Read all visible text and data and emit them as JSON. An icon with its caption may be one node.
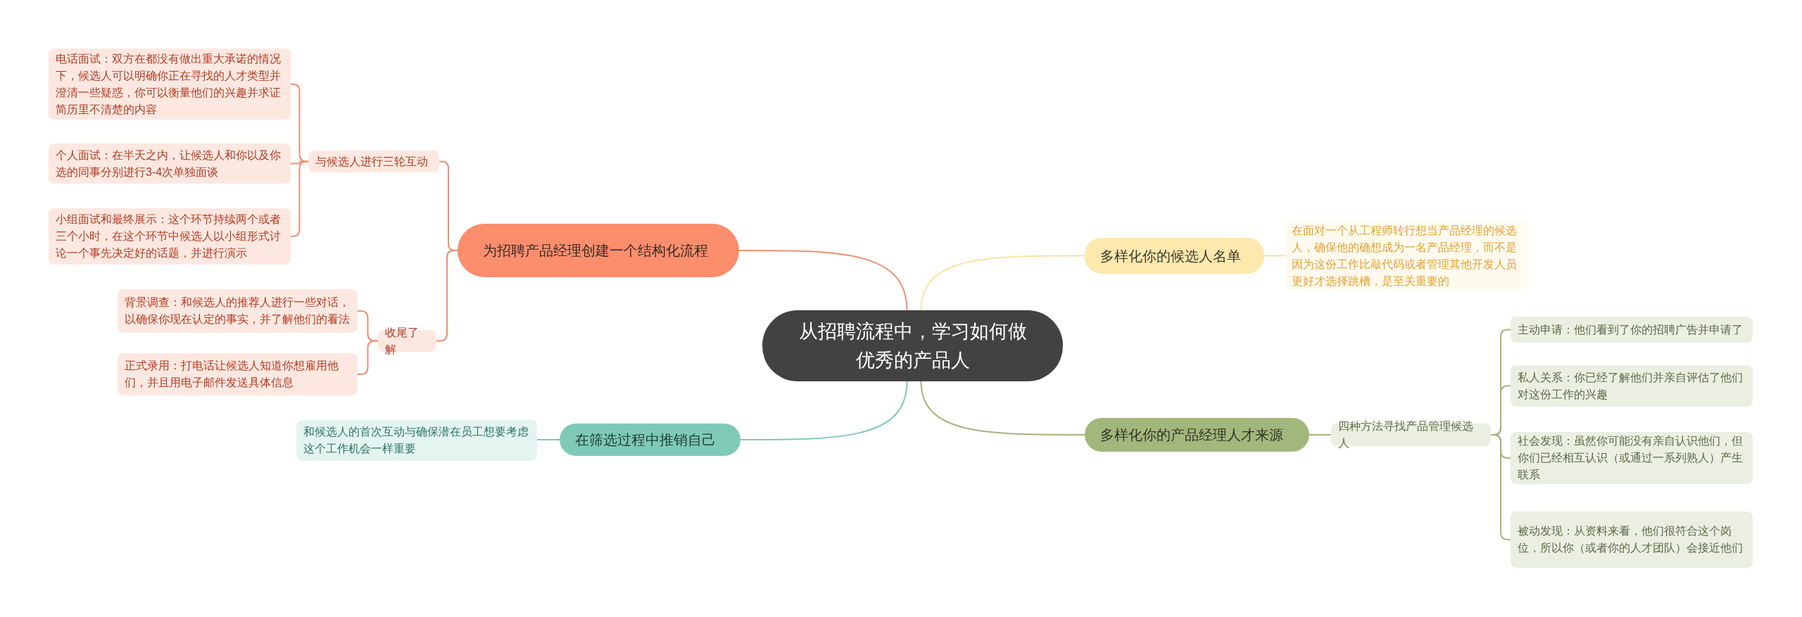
{
  "diagram": {
    "nodes": [
      {
        "text": [
          "从招聘流程中，学习如何做优秀的产品人"
        ]
      },
      {
        "text": [
          "为招聘产品经理创建一个结构化流程"
        ]
      },
      {
        "text": [
          "与候选人进行三轮互动"
        ]
      },
      {
        "text": [
          "电话面试：双方在都没有做出重大承诺的情况下，候选人可以明确你正在寻找的人才类型并澄清一些疑惑，你可以衡量他们的兴趣并求证简历里不清楚的内容"
        ]
      },
      {
        "text": [
          "个人面试：在半天之内，让候选人和你以及你选的同事分别进行3-4次单独面谈"
        ]
      },
      {
        "text": [
          "小组面试和最终展示：这个环节持续两个或者三个小时，在这个环节中候选人以小组形式讨论一个事先决定好的话题，并进行演示"
        ]
      },
      {
        "text": [
          "收尾了解"
        ]
      },
      {
        "text": [
          "背景调查：和候选人的推荐人进行一些对话，以确保你现在认定的事实，并了解他们的看法"
        ]
      },
      {
        "text": [
          "正式录用：打电话让候选人知道你想雇用他们，并且用电子邮件发送具体信息"
        ]
      },
      {
        "text": [
          "在筛选过程中推销自己"
        ]
      },
      {
        "text": [
          "和候选人的首次互动与确保潜在员工想要考虑这个工作机会一样重要"
        ]
      },
      {
        "text": [
          "多样化你的候选人名单"
        ]
      },
      {
        "text": [
          "在面对一个从工程师转行想当产品经理的候选人，确保他的确想成为一名产品经理，而不是因为这份工作比敲代码或者管理其他开发人员更好才选择跳槽，是至关重要的"
        ]
      },
      {
        "text": [
          "多样化你的产品经理人才来源"
        ]
      },
      {
        "text": [
          "四种方法寻找产品管理候选人"
        ]
      },
      {
        "text": [
          "主动申请：他们看到了你的招聘广告并申请了"
        ]
      },
      {
        "text": [
          "私人关系：你已经了解他们并亲自评估了他们对这份工作的兴趣"
        ]
      },
      {
        "text": [
          "社会发现：虽然你可能没有亲自认识他们，但你们已经相互认识（或通过一系列熟人）产生联系"
        ]
      },
      {
        "text": [
          "被动发现：从资料来看，他们很符合这个岗位，所以你（或者你的人才团队）会接近他们"
        ]
      }
    ],
    "edges": [
      {
        "from": 0,
        "to": 1,
        "arrow": "none",
        "color": "#ee8f72"
      },
      {
        "from": 1,
        "to": 2,
        "arrow": "none",
        "color": "#ee8f72"
      },
      {
        "from": 2,
        "to": 3,
        "arrow": "none",
        "color": "#ee8f72"
      },
      {
        "from": 2,
        "to": 4,
        "arrow": "none",
        "color": "#ee8f72"
      },
      {
        "from": 2,
        "to": 5,
        "arrow": "none",
        "color": "#ee8f72"
      },
      {
        "from": 1,
        "to": 6,
        "arrow": "none",
        "color": "#ee8f72"
      },
      {
        "from": 6,
        "to": 7,
        "arrow": "none",
        "color": "#ee8f72"
      },
      {
        "from": 6,
        "to": 8,
        "arrow": "none",
        "color": "#ee8f72"
      },
      {
        "from": 0,
        "to": 9,
        "arrow": "none",
        "color": "#7ec8b5"
      },
      {
        "from": 9,
        "to": 10,
        "arrow": "none",
        "color": "#7ec8b5"
      },
      {
        "from": 0,
        "to": 11,
        "arrow": "none",
        "color": "#fbe3a6"
      },
      {
        "from": 11,
        "to": 12,
        "arrow": "none",
        "color": "#fbe3a6"
      },
      {
        "from": 0,
        "to": 13,
        "arrow": "none",
        "color": "#a3b47e"
      },
      {
        "from": 13,
        "to": 14,
        "arrow": "none",
        "color": "#a3b47e"
      },
      {
        "from": 14,
        "to": 15,
        "arrow": "none",
        "color": "#a3b47e"
      },
      {
        "from": 14,
        "to": 16,
        "arrow": "none",
        "color": "#a3b47e"
      },
      {
        "from": 14,
        "to": 17,
        "arrow": "none",
        "color": "#a3b47e"
      },
      {
        "from": 14,
        "to": 18,
        "arrow": "none",
        "color": "#a3b47e"
      }
    ]
  }
}
